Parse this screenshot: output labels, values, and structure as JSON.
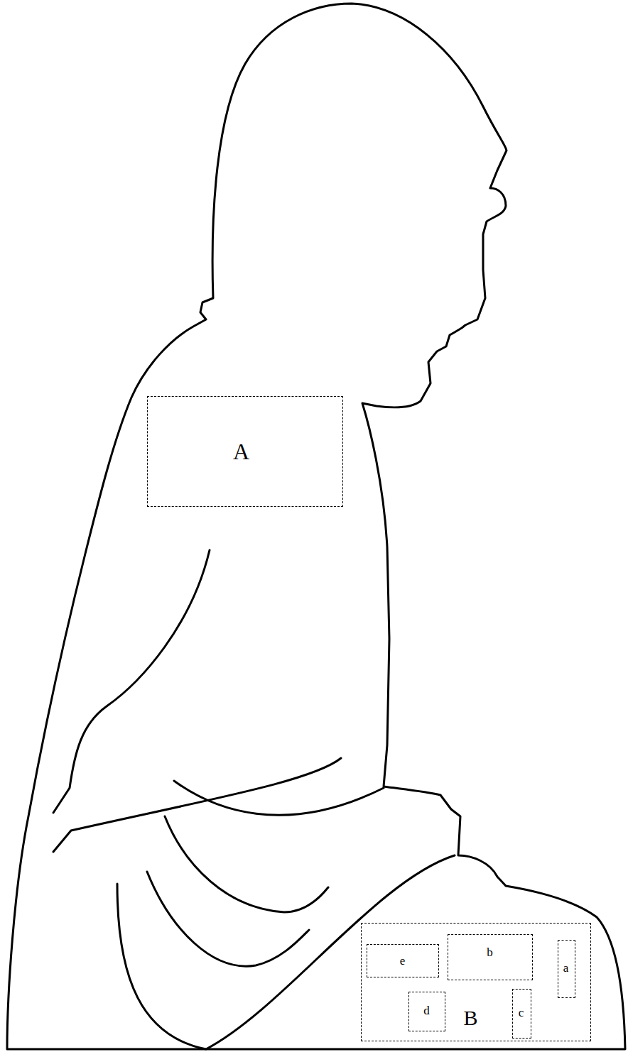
{
  "diagram": {
    "nodes": [
      {
        "text": [
          "A"
        ]
      },
      {
        "text": [
          "B"
        ]
      },
      {
        "text": [
          "e"
        ],
        "in": 1
      },
      {
        "text": [
          "b"
        ],
        "in": 1
      },
      {
        "text": [
          "a"
        ],
        "in": 1
      },
      {
        "text": [
          "d"
        ],
        "in": 1
      },
      {
        "text": [
          "c"
        ],
        "in": 1
      }
    ]
  }
}
